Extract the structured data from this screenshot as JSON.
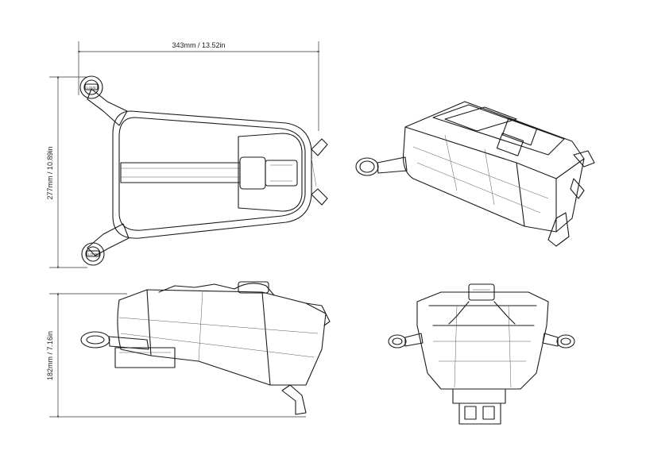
{
  "dimensions": {
    "width_label": "343mm / 13.52in",
    "length_label": "277mm / 10.89in",
    "height_label": "182mm / 7.16in"
  },
  "logos": {
    "mount_badge": "LOVE"
  },
  "colors": {
    "line": "#1a1a1a",
    "background": "#ffffff"
  }
}
